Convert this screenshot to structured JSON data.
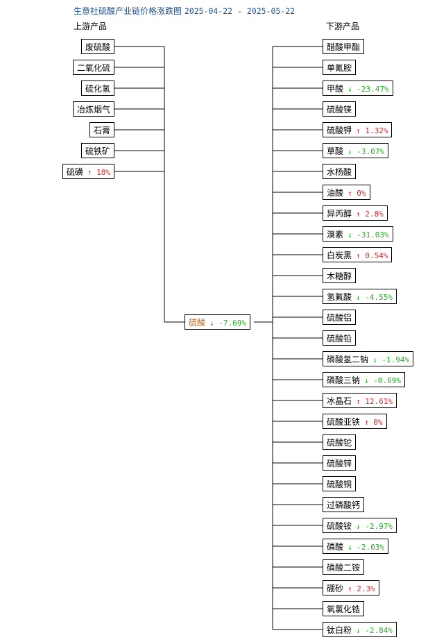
{
  "title": "生意社硫酸产业链价格涨跌图",
  "date_range": "2025-04-22 - 2025-05-22",
  "upstream_header": "上游产品",
  "downstream_header": "下游产品",
  "center": {
    "name": "硫酸",
    "arrow": "↓",
    "change": "-7.69%",
    "dir": "down"
  },
  "upstream": [
    {
      "name": "废硫酸"
    },
    {
      "name": "二氧化硫"
    },
    {
      "name": "硫化氢"
    },
    {
      "name": "冶炼烟气"
    },
    {
      "name": "石膏"
    },
    {
      "name": "硫铁矿"
    },
    {
      "name": "硫磺",
      "arrow": "↑",
      "change": "18%",
      "dir": "up"
    }
  ],
  "downstream": [
    {
      "name": "醋酸甲酯"
    },
    {
      "name": "单氰胺"
    },
    {
      "name": "甲酸",
      "arrow": "↓",
      "change": "-23.47%",
      "dir": "down"
    },
    {
      "name": "硫酸镁"
    },
    {
      "name": "硫酸钾",
      "arrow": "↑",
      "change": "1.32%",
      "dir": "up"
    },
    {
      "name": "草酸",
      "arrow": "↓",
      "change": "-3.07%",
      "dir": "down"
    },
    {
      "name": "水杨酸"
    },
    {
      "name": "油酸",
      "arrow": "↑",
      "change": "0%",
      "dir": "up"
    },
    {
      "name": "异丙醇",
      "arrow": "↑",
      "change": "2.8%",
      "dir": "up"
    },
    {
      "name": "溴素",
      "arrow": "↓",
      "change": "-31.03%",
      "dir": "down"
    },
    {
      "name": "白炭黑",
      "arrow": "↑",
      "change": "0.54%",
      "dir": "up"
    },
    {
      "name": "木糖醇"
    },
    {
      "name": "氢氟酸",
      "arrow": "↓",
      "change": "-4.55%",
      "dir": "down"
    },
    {
      "name": "硫酸铝"
    },
    {
      "name": "硫酸铅"
    },
    {
      "name": "磷酸氢二钠",
      "arrow": "↓",
      "change": "-1.94%",
      "dir": "down"
    },
    {
      "name": "磷酸三钠",
      "arrow": "↓",
      "change": "-0.69%",
      "dir": "down"
    },
    {
      "name": "冰晶石",
      "arrow": "↑",
      "change": "12.61%",
      "dir": "up"
    },
    {
      "name": "硫酸亚铁",
      "arrow": "↑",
      "change": "0%",
      "dir": "up"
    },
    {
      "name": "硫酸铊"
    },
    {
      "name": "硫酸锌"
    },
    {
      "name": "硫酸铜"
    },
    {
      "name": "过磷酸钙"
    },
    {
      "name": "硫酸铵",
      "arrow": "↓",
      "change": "-2.97%",
      "dir": "down"
    },
    {
      "name": "磷酸",
      "arrow": "↓",
      "change": "-2.03%",
      "dir": "down"
    },
    {
      "name": "磷酸二铵"
    },
    {
      "name": "硼砂",
      "arrow": "↑",
      "change": "2.3%",
      "dir": "up"
    },
    {
      "name": "氧氯化锆"
    },
    {
      "name": "钛白粉",
      "arrow": "↓",
      "change": "-2.84%",
      "dir": "down"
    }
  ]
}
